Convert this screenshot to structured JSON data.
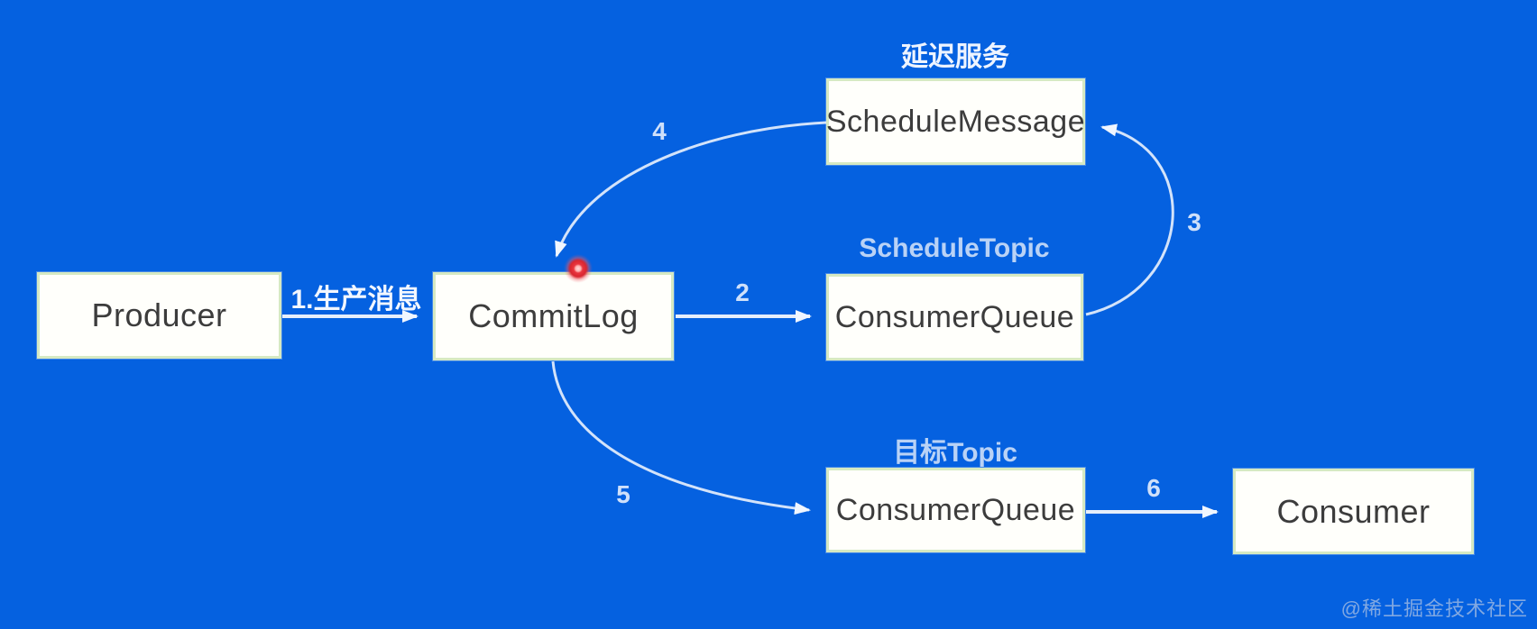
{
  "page": {
    "watermark": "@稀土掘金技术社区"
  },
  "diagram": {
    "nodes": {
      "producer": {
        "label": "Producer"
      },
      "commitlog": {
        "label": "CommitLog"
      },
      "schedule_message": {
        "label": "ScheduleMessage",
        "caption": "延迟服务"
      },
      "consumer_queue_schedule": {
        "label": "ConsumerQueue",
        "caption": "ScheduleTopic"
      },
      "consumer_queue_target": {
        "label": "ConsumerQueue",
        "caption": "目标Topic"
      },
      "consumer": {
        "label": "Consumer"
      }
    },
    "edges": {
      "e1": {
        "label": "1.生产消息",
        "from": "Producer",
        "to": "CommitLog"
      },
      "e2": {
        "label": "2",
        "from": "CommitLog",
        "to": "ConsumerQueue (ScheduleTopic)"
      },
      "e3": {
        "label": "3",
        "from": "ConsumerQueue (ScheduleTopic)",
        "to": "ScheduleMessage"
      },
      "e4": {
        "label": "4",
        "from": "ScheduleMessage",
        "to": "CommitLog"
      },
      "e5": {
        "label": "5",
        "from": "CommitLog",
        "to": "ConsumerQueue (目标Topic)"
      },
      "e6": {
        "label": "6",
        "from": "ConsumerQueue (目标Topic)",
        "to": "Consumer"
      }
    },
    "colors": {
      "background": "#0561e0",
      "node_fill": "#fffffb",
      "node_border": "#d6e9c2",
      "node_text": "#3c3c3c",
      "arrow_straight": "#e6eefb",
      "arrow_curved": "#d3e3fa",
      "edge_label": "#cfe0fa",
      "caption_bright": "#eef4ff",
      "caption_muted": "#b9d2f6",
      "laser_dot": "#e9353f"
    }
  }
}
